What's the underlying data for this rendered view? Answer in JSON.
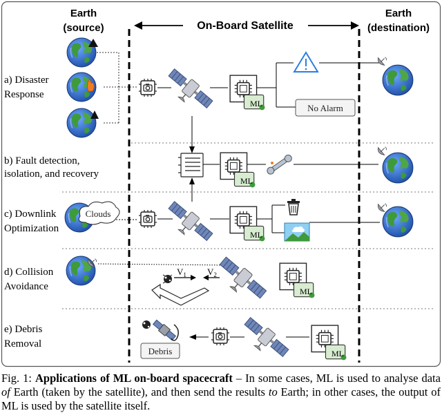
{
  "headers": {
    "source": [
      "Earth",
      "(source)"
    ],
    "center": "On-Board Satellite",
    "destination": [
      "Earth",
      "(destination)"
    ]
  },
  "rows": {
    "disaster": [
      "a) Disaster",
      "Response"
    ],
    "fault": [
      "b) Fault detection,",
      "isolation, and recovery"
    ],
    "downlink": [
      "c) Downlink",
      "Optimization"
    ],
    "collision": [
      "d) Collision",
      "Avoidance"
    ],
    "debris": [
      "e) Debris",
      "Removal"
    ]
  },
  "labels": {
    "no_alarm": "No Alarm",
    "clouds": "Clouds",
    "debris": "Debris",
    "ml": "ML",
    "v1": "V",
    "v1_sub": "1",
    "v2": "V",
    "v2_sub": "2"
  },
  "caption": {
    "prefix": "Fig. 1: ",
    "title": "Applications of ML on-board spacecraft",
    "part1": " – In some cases, ML is used to analyse data ",
    "of": "of",
    "part2": " Earth (taken by the satellite), and then send the results ",
    "to": "to",
    "part3": " Earth; in other cases, the output of ML is used by the satellite itself."
  },
  "colors": {
    "ocean": "#2f6fd0",
    "land": "#3f9a3a",
    "satellite_panel": "#6f86b8",
    "ml_badge": "#d7ecd0",
    "alarm_blue": "#2a7de1"
  }
}
